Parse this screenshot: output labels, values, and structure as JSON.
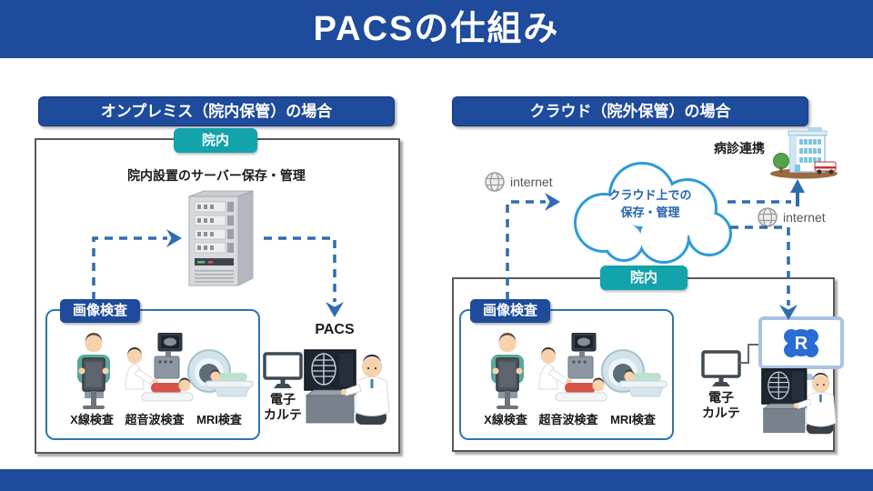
{
  "slide": {
    "title": "PACSの仕組み"
  },
  "left_panel": {
    "header": "オンプレミス（院内保管）の場合",
    "zone_badge": "院内",
    "caption": "院内設置のサーバー保存・管理",
    "imaging_label": "画像検査",
    "exams": [
      {
        "label": "X線検査"
      },
      {
        "label": "超音波検査"
      },
      {
        "label": "MRI検査"
      }
    ],
    "pacs_label": "PACS",
    "emr_line1": "電子",
    "emr_line2": "カルテ"
  },
  "right_panel": {
    "header": "クラウド（院外保管）の場合",
    "referral_label": "病診連携",
    "internet_left": "internet",
    "internet_right": "internet",
    "cloud_line1": "クラウド上での",
    "cloud_line2": "保存・管理",
    "zone_badge": "院内",
    "imaging_label": "画像検査",
    "exams": [
      {
        "label": "X線検査"
      },
      {
        "label": "超音波検査"
      },
      {
        "label": "MRI検査"
      }
    ],
    "emr_line1": "電子",
    "emr_line2": "カルテ"
  },
  "icons": [
    "server-tower-illustration",
    "cloud-icon",
    "globe-internet-icon",
    "hospital-building-illustration",
    "xray-exam-illustration",
    "ultrasound-exam-illustration",
    "mri-exam-illustration",
    "emr-monitor-icon",
    "pacs-viewer-doctor-illustration",
    "vendor-logo-monitor-icon"
  ],
  "colors": {
    "primary_blue": "#1e4b9b",
    "teal_badge": "#12a3ab",
    "arrow_blue": "#2e6db0",
    "cloud_stroke": "#2e9bdb",
    "cloud_text": "#2563ad",
    "box_border": "#595959",
    "imaging_border": "#2e74b5"
  }
}
